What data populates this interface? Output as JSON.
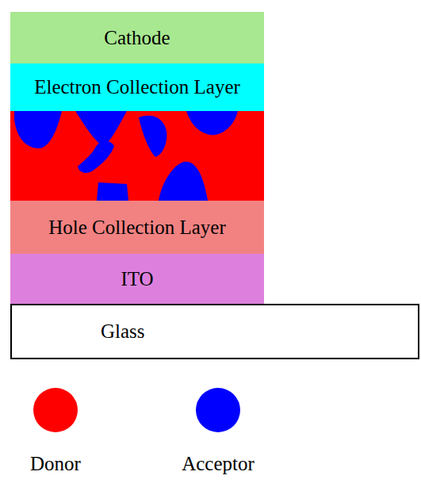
{
  "diagram": {
    "nodes": [
      {
        "text": [
          "Cathode"
        ]
      },
      {
        "text": [
          "Electron Collection Layer"
        ]
      },
      {
        "text": [
          "Hole Collection Layer"
        ]
      },
      {
        "text": [
          "ITO"
        ]
      },
      {
        "text": [
          "Glass"
        ]
      }
    ],
    "legend": [
      {
        "text": "Donor",
        "color": "#ff0000"
      },
      {
        "text": "Acceptor",
        "color": "#0000ff"
      }
    ]
  }
}
